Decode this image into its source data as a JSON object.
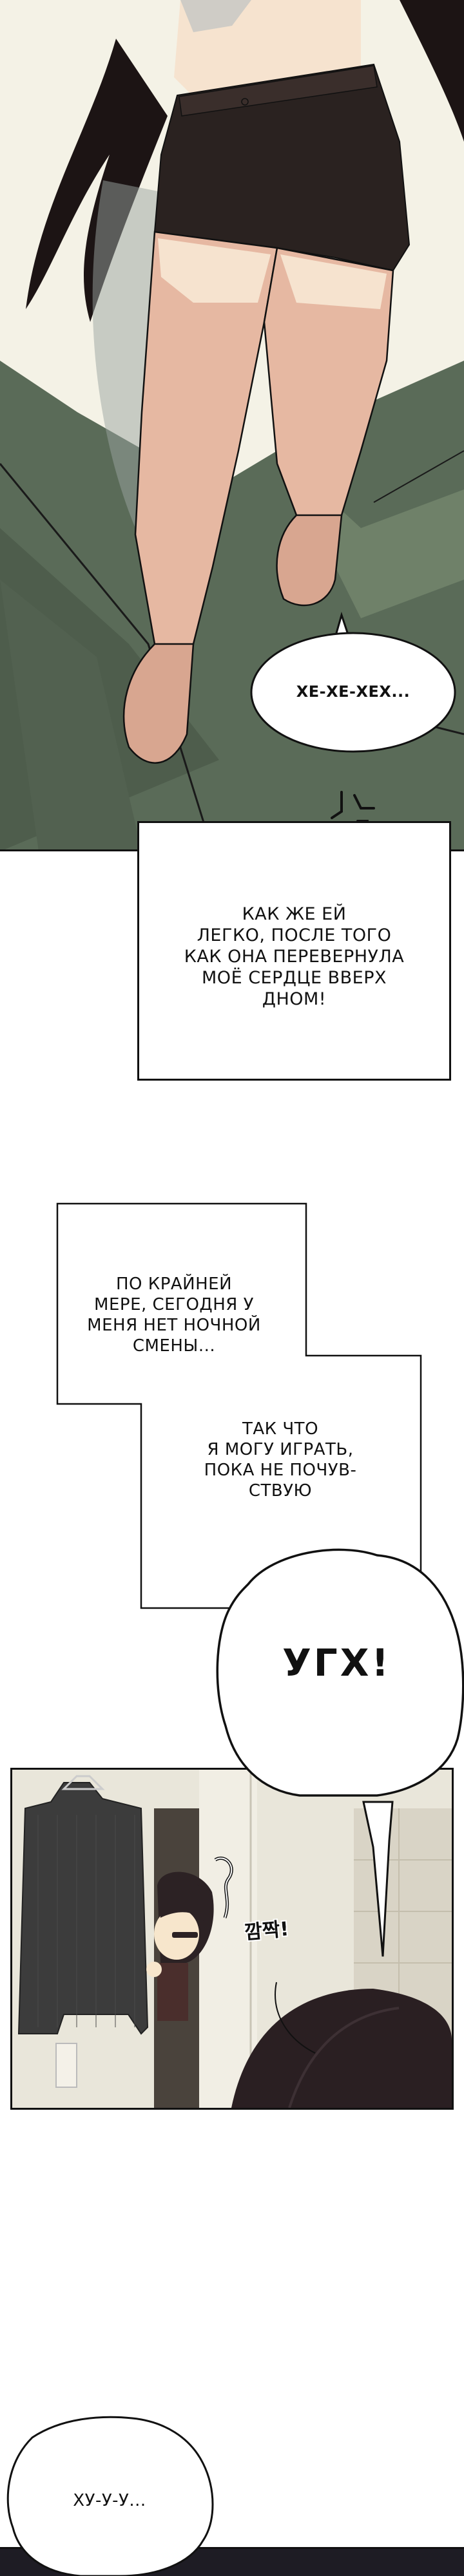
{
  "page": {
    "type": "webtoon-strip",
    "language": "ru",
    "background": "#ffffff"
  },
  "panels": [
    {
      "id": "panel-1",
      "description": "Girl with long black hair in dark shorts, legs dangling over green bedsheet",
      "colors": {
        "background": "#f4f2e6",
        "sheet": "#5a6b58",
        "sheet_light": "#6f8169",
        "skin": "#e6b8a2",
        "skin_light": "#f6e3cf",
        "shorts": "#2a2220",
        "hair": "#1c1414"
      },
      "speech": {
        "text": "Хе-хе-хех..."
      },
      "effect": {
        "name": "anger-vein-marks"
      }
    },
    {
      "id": "caption-1",
      "lines": [
        "Как же ей",
        "легко, после того",
        "как она перевернула",
        "моё сердце вверх",
        "дном!"
      ]
    },
    {
      "id": "caption-2",
      "lines": [
        "По крайней",
        "мере, сегодня у",
        "меня нет ночной",
        "смены..."
      ]
    },
    {
      "id": "caption-3",
      "lines": [
        "Так что",
        "я могу играть,",
        "пока не почув-",
        "ствую"
      ]
    },
    {
      "id": "shout",
      "text": "УГХ!"
    },
    {
      "id": "panel-2",
      "description": "Hallway with hanging striped jacket; chibi boy peeks from doorway, startled; dark-haired girl in foreground",
      "sfx": {
        "text": "깜짝!"
      },
      "colors": {
        "wall": "#e9e6da",
        "door": "#4a433c",
        "jacket": "#3c3c3c",
        "hair": "#2a1f22"
      }
    },
    {
      "id": "panel-3",
      "speech": {
        "text": "Ху-у-у..."
      },
      "colors": {
        "background": "#1e1c24"
      }
    }
  ]
}
